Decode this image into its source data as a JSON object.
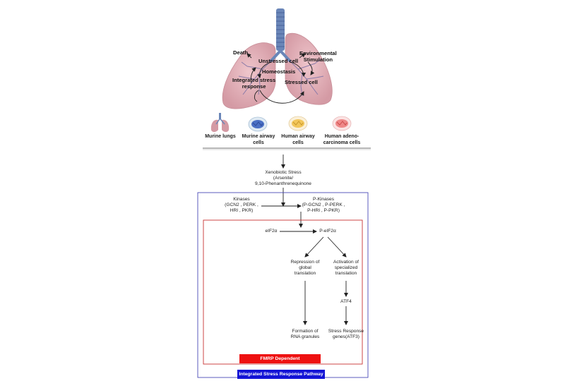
{
  "lung_cycle": {
    "death": "Death",
    "environmental": "Environmental\nStimulation",
    "unstressed": "Unstressed cell",
    "homeostasis": "Homeostasis",
    "isr": "Integrated stress\nresponse",
    "stressed": "Stressed cell"
  },
  "models": [
    {
      "label": "Murine lungs",
      "icon": "lung-icon"
    },
    {
      "label": "Murine airway\ncells",
      "icon": "blue-cell-dish-icon"
    },
    {
      "label": "Human airway\ncells",
      "icon": "yellow-cell-dish-icon"
    },
    {
      "label": "Human adeno-\ncarcinoma cells",
      "icon": "red-cell-dish-icon"
    }
  ],
  "xenobiotic": "Xenobiotic Stress\n(Arsenite/\n9,10-Phenanthrenequinone",
  "kinases": "Kinases\n(GCN2 , PERK ,\nHRI , PKR)",
  "p_kinases": "P-Kinases\n(P-GCN2 , P-PERK ,\nP-HRI , P-PKR)",
  "eif2a": "eIF2α",
  "p_eif2a": "P-eIF2α",
  "repression": "Repression of\nglobal\ntranslation",
  "activation": "Activation of\nspecialized\ntranslation",
  "atf4": "ATF4",
  "rna_granules": "Formation of\nRNA granules",
  "stress_genes": "Stress Response\ngenes(ATF3)",
  "fmrp_label": "FMRP Dependent",
  "isr_label": "Integrated Stress Response Pathway",
  "colors": {
    "outer_box": "#4a4ab8",
    "inner_box": "#c83232",
    "fmrp_badge": "#ee1111",
    "isr_badge": "#1414d6",
    "lung_fill": "#e3b3ba",
    "trachea": "#6a86b8"
  }
}
